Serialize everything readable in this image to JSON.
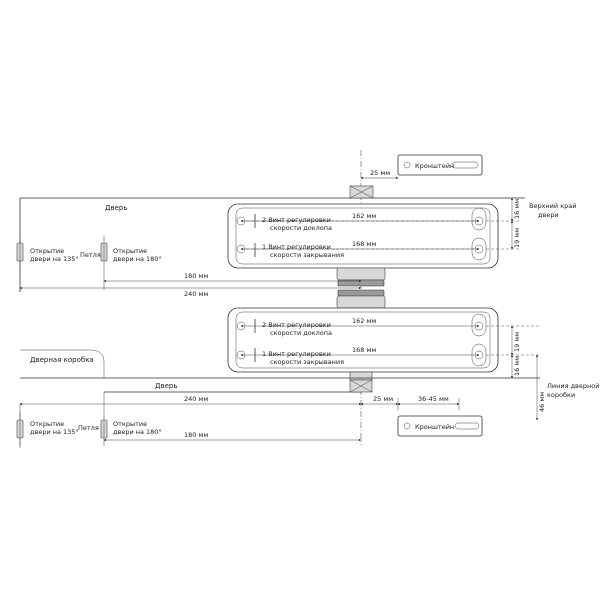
{
  "top": {
    "door": "Дверь",
    "top_edge": [
      "Верхний край",
      "двери"
    ],
    "bracket": "Кронштейн",
    "dim_25": "25 мм",
    "dim_16": "16 мм",
    "dim_19": "19 мм",
    "dim_162": "162 мм",
    "dim_168": "168 мм",
    "dim_180": "180 мм",
    "dim_240": "240 мм",
    "screw2": [
      "2 Винт регулировки",
      "скорости доклопа"
    ],
    "screw1": [
      "1 Винт регулировки",
      "скорости закрывания"
    ],
    "hinge": "Петля",
    "open135": [
      "Открытие",
      "двери на 135°"
    ],
    "open180": [
      "Открытие",
      "двери на 180°"
    ]
  },
  "bottom": {
    "door": "Дверь",
    "frame": "Дверная коробка",
    "frame_line": [
      "Линия дверной",
      "коробки"
    ],
    "bracket": "Кронштейн",
    "dim_25": "25 мм",
    "dim_36_45": "36-45 мм",
    "dim_16": "16 мм",
    "dim_19": "19 мм",
    "dim_46": "46 мм",
    "dim_162": "162 мм",
    "dim_168": "168 мм",
    "dim_180": "180 мм",
    "dim_240": "240 мм",
    "screw2": [
      "2 Винт регулировки",
      "скорости доклопа"
    ],
    "screw1": [
      "1 Винт регулировки",
      "скорости закрывания"
    ],
    "hinge": "Петля",
    "open135": [
      "Открытие",
      "двери на 135°"
    ],
    "open180": [
      "Открытие",
      "двери на 180°"
    ]
  }
}
